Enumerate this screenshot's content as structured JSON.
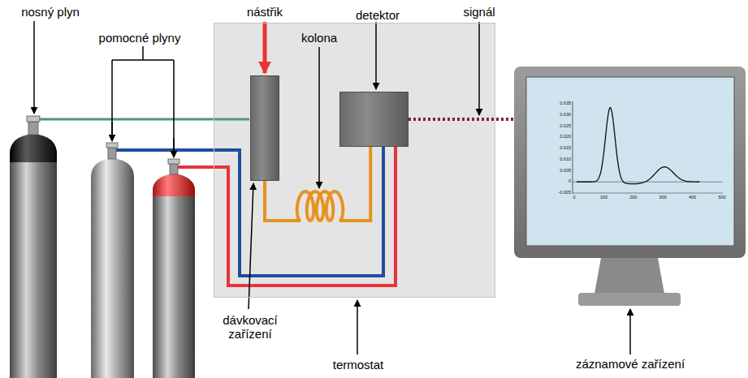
{
  "diagram": {
    "nodes": [
      {
        "text": [
          "termostat"
        ]
      },
      {
        "text": [
          "dávkovací zařízení"
        ],
        "in": 0
      },
      {
        "text": [
          "detektor"
        ],
        "in": 0
      },
      {
        "text": [
          "záznamové zařízení"
        ]
      }
    ],
    "edges": [
      {
        "from": 1,
        "to": 2,
        "arrow": "none"
      },
      {
        "from": 2,
        "to": 3,
        "arrow": "none"
      }
    ],
    "labels": [
      "nosný plyn",
      "pomocné plyny",
      "nástřik",
      "kolona",
      "signál",
      "0.035",
      "0.030",
      "0.025",
      "0.020",
      "0.015",
      "0.010",
      "0.005",
      "0",
      "-0.005",
      "0",
      "100",
      "200",
      "300",
      "400",
      "500"
    ]
  }
}
